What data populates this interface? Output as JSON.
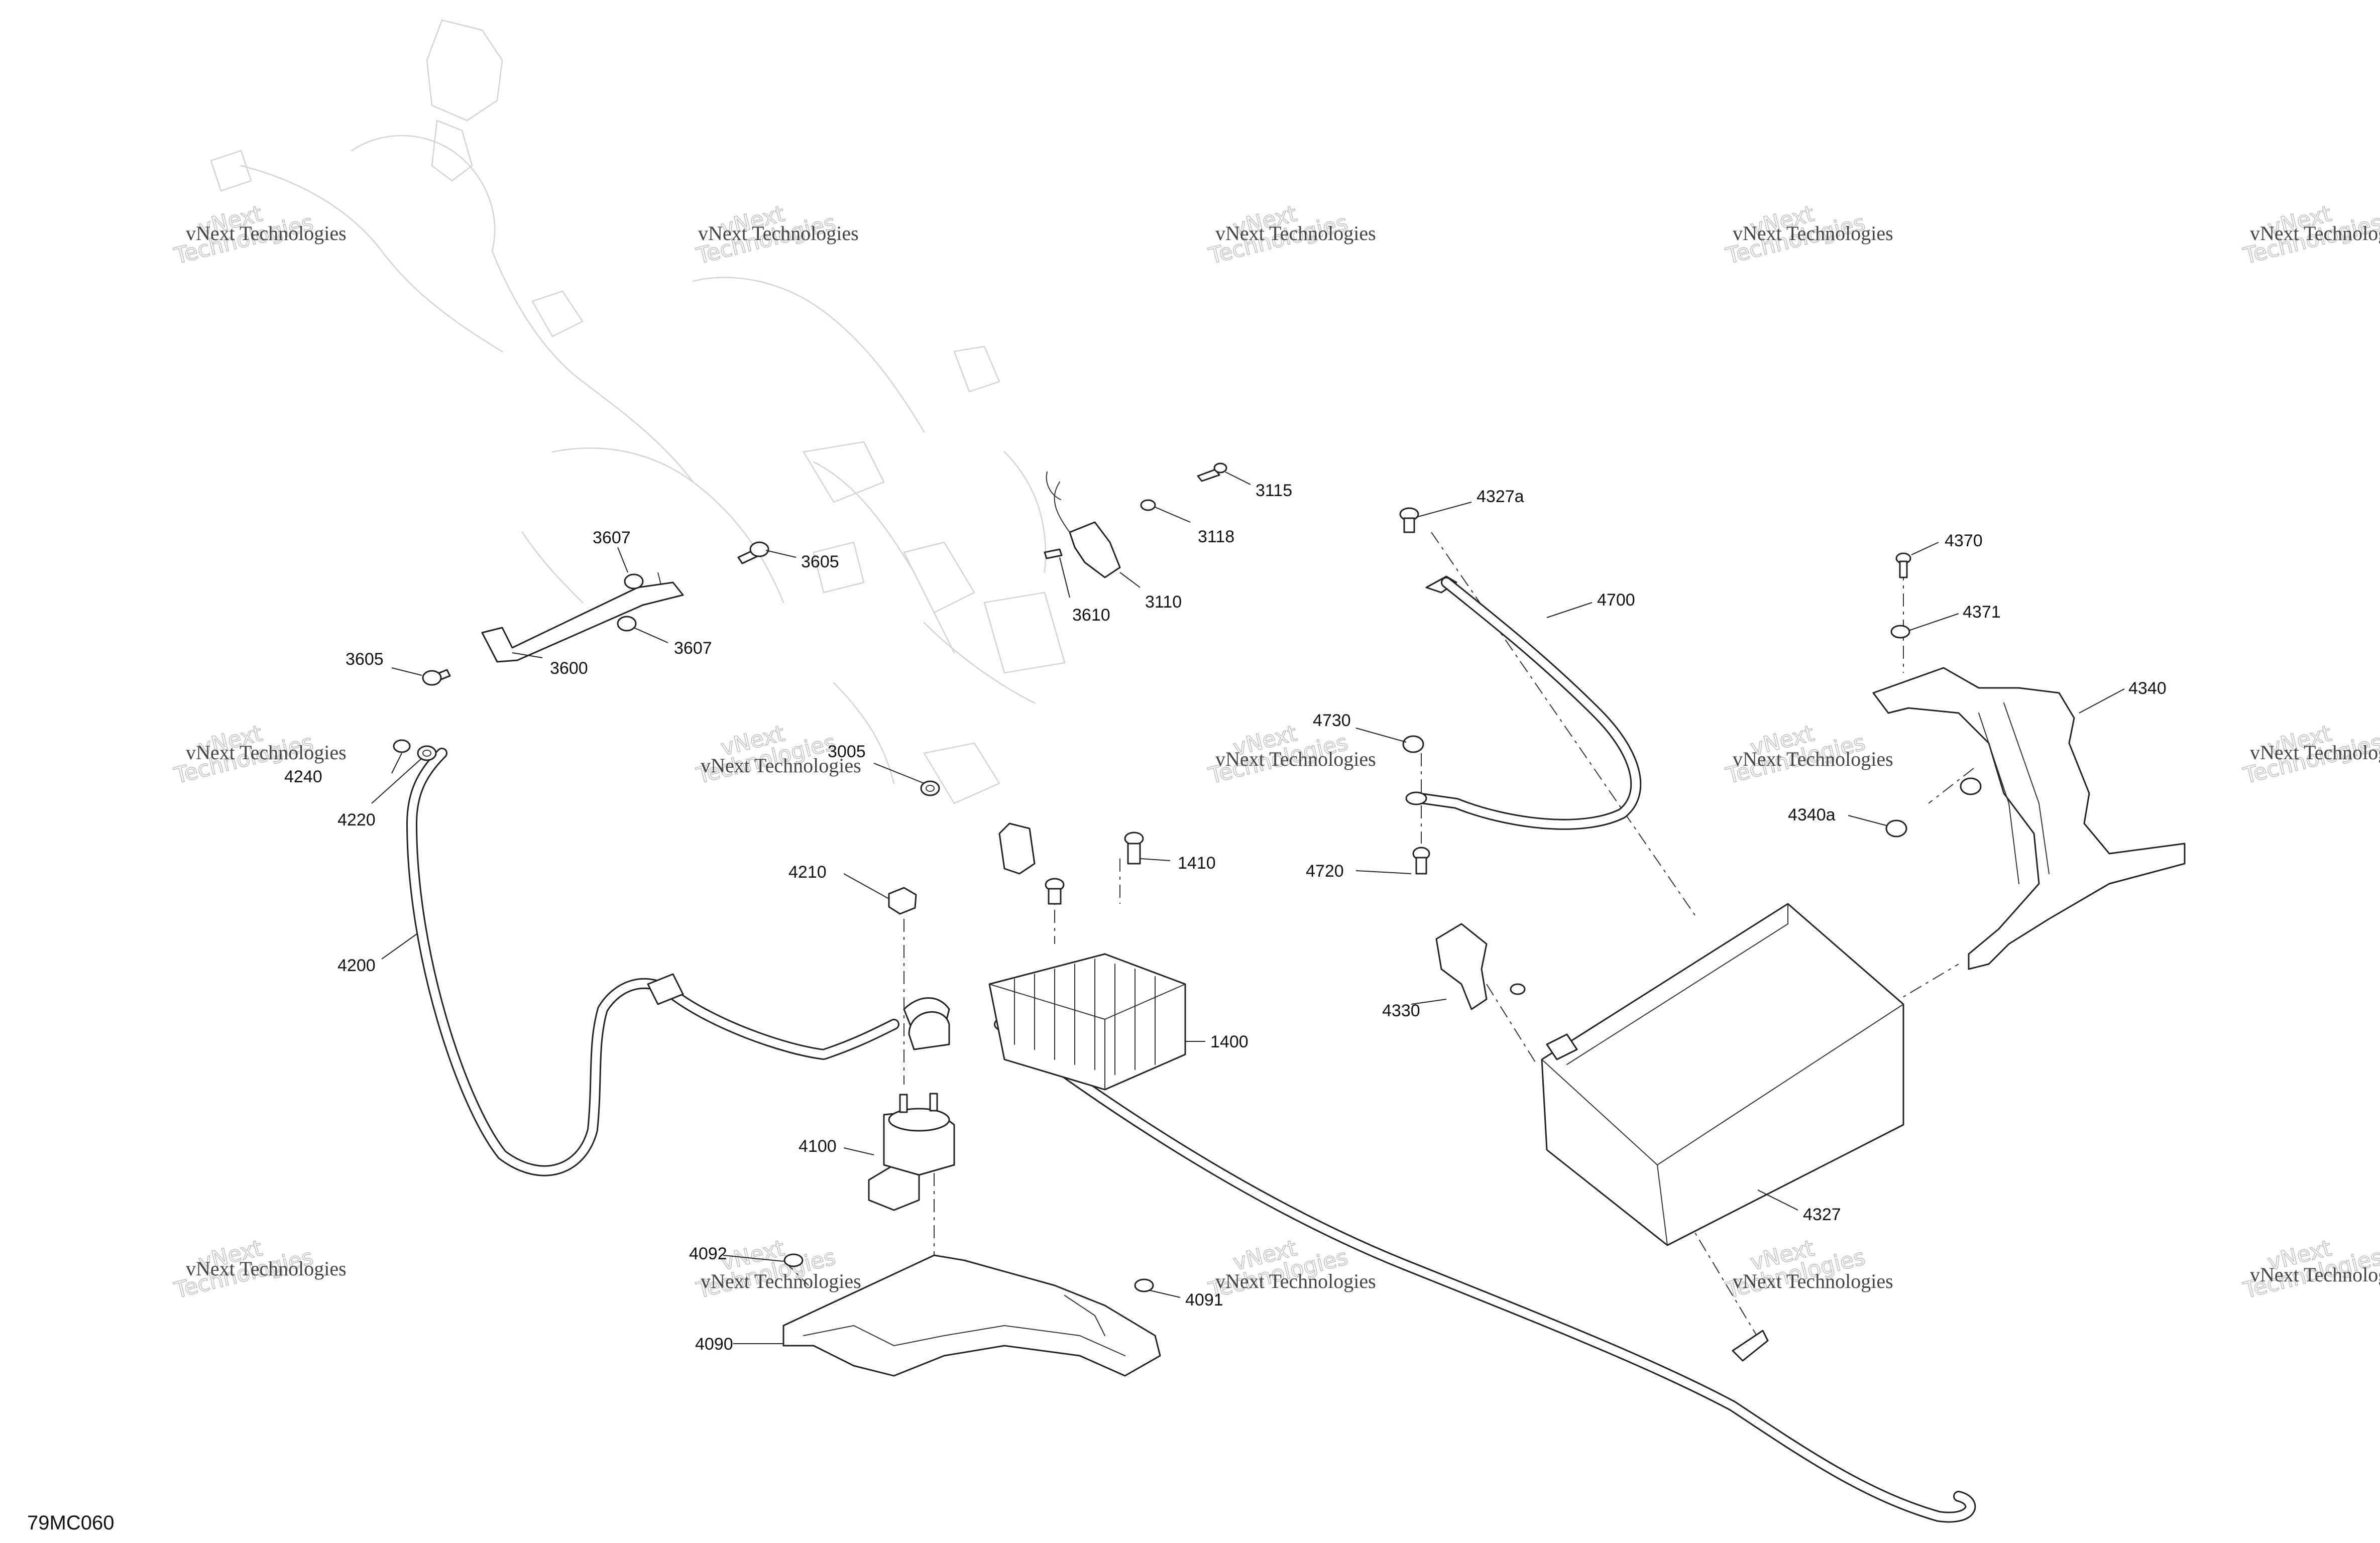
{
  "drawing_id": "79MC060",
  "watermark": {
    "line1": "vNext",
    "line2": "Technologies",
    "line3": "vNext Technologies"
  },
  "callouts": {
    "c3115": "3115",
    "c3118": "3118",
    "c3110": "3110",
    "c3610": "3610",
    "c3607a": "3607",
    "c3605a": "3605",
    "c3605b": "3605",
    "c3600": "3600",
    "c3607b": "3607",
    "c3005": "3005",
    "c4240": "4240",
    "c4220": "4220",
    "c4200": "4200",
    "c4210": "4210",
    "c1410": "1410",
    "c1400": "1400",
    "c4100": "4100",
    "c4092": "4092",
    "c4091": "4091",
    "c4090": "4090",
    "c4327a": "4327a",
    "c4700": "4700",
    "c4730": "4730",
    "c4720": "4720",
    "c4330": "4330",
    "c4327": "4327",
    "c4370": "4370",
    "c4371": "4371",
    "c4340": "4340",
    "c4340a": "4340a"
  }
}
